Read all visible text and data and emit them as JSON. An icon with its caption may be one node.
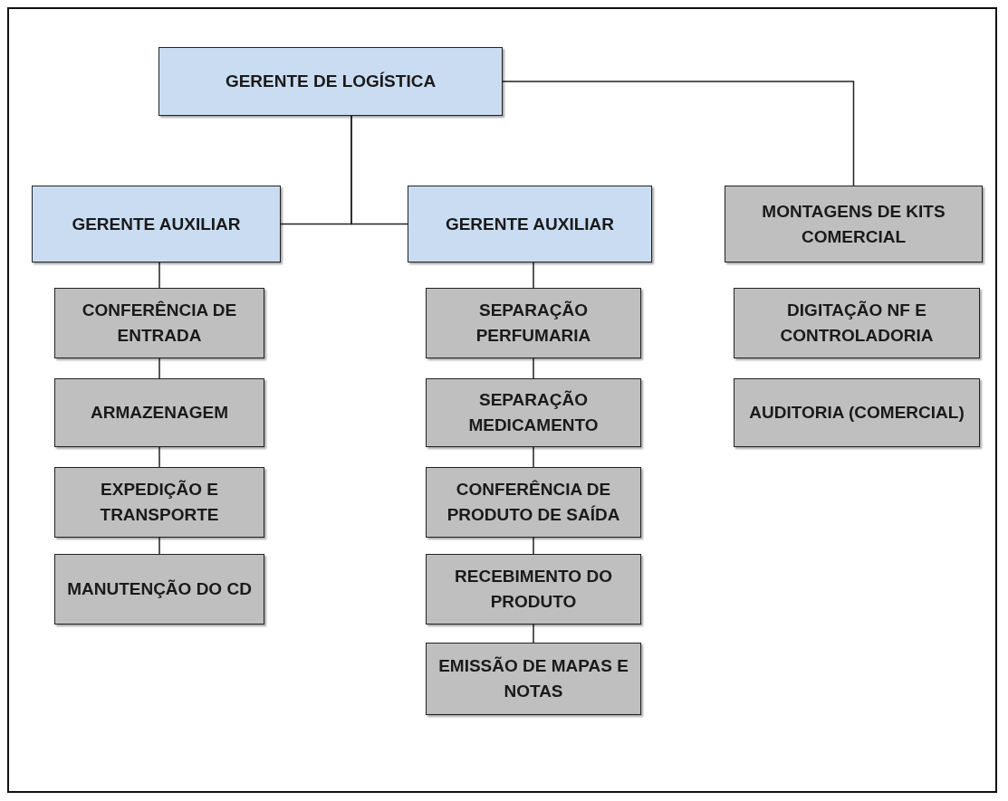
{
  "diagram": {
    "nodes": [
      {
        "text": [
          "GERENTE DE LOGÍSTICA"
        ]
      },
      {
        "text": [
          "GERENTE AUXILIAR"
        ]
      },
      {
        "text": [
          "GERENTE AUXILIAR"
        ]
      },
      {
        "text": [
          "MONTAGENS DE KITS COMERCIAL"
        ]
      },
      {
        "text": [
          "CONFERÊNCIA DE ENTRADA"
        ]
      },
      {
        "text": [
          "ARMAZENAGEM"
        ]
      },
      {
        "text": [
          "EXPEDIÇÃO E TRANSPORTE"
        ]
      },
      {
        "text": [
          "MANUTENÇÃO DO CD"
        ]
      },
      {
        "text": [
          "SEPARAÇÃO PERFUMARIA"
        ]
      },
      {
        "text": [
          "SEPARAÇÃO MEDICAMENTO"
        ]
      },
      {
        "text": [
          "CONFERÊNCIA DE PRODUTO DE SAÍDA"
        ]
      },
      {
        "text": [
          "RECEBIMENTO DO PRODUTO"
        ]
      },
      {
        "text": [
          "EMISSÃO DE MAPAS E NOTAS"
        ]
      },
      {
        "text": [
          "DIGITAÇÃO NF E CONTROLADORIA"
        ]
      },
      {
        "text": [
          "AUDITORIA (COMERCIAL)"
        ]
      }
    ],
    "edges": [
      {
        "from": 0,
        "to": 1,
        "arrow": "none"
      },
      {
        "from": 0,
        "to": 2,
        "arrow": "none"
      },
      {
        "from": 0,
        "to": 3,
        "arrow": "none"
      },
      {
        "from": 1,
        "to": 4,
        "arrow": "none"
      },
      {
        "from": 4,
        "to": 5,
        "arrow": "none"
      },
      {
        "from": 5,
        "to": 6,
        "arrow": "none"
      },
      {
        "from": 6,
        "to": 7,
        "arrow": "none"
      },
      {
        "from": 2,
        "to": 8,
        "arrow": "none"
      },
      {
        "from": 8,
        "to": 9,
        "arrow": "none"
      },
      {
        "from": 9,
        "to": 10,
        "arrow": "none"
      },
      {
        "from": 10,
        "to": 11,
        "arrow": "none"
      },
      {
        "from": 11,
        "to": 12,
        "arrow": "none"
      }
    ]
  }
}
